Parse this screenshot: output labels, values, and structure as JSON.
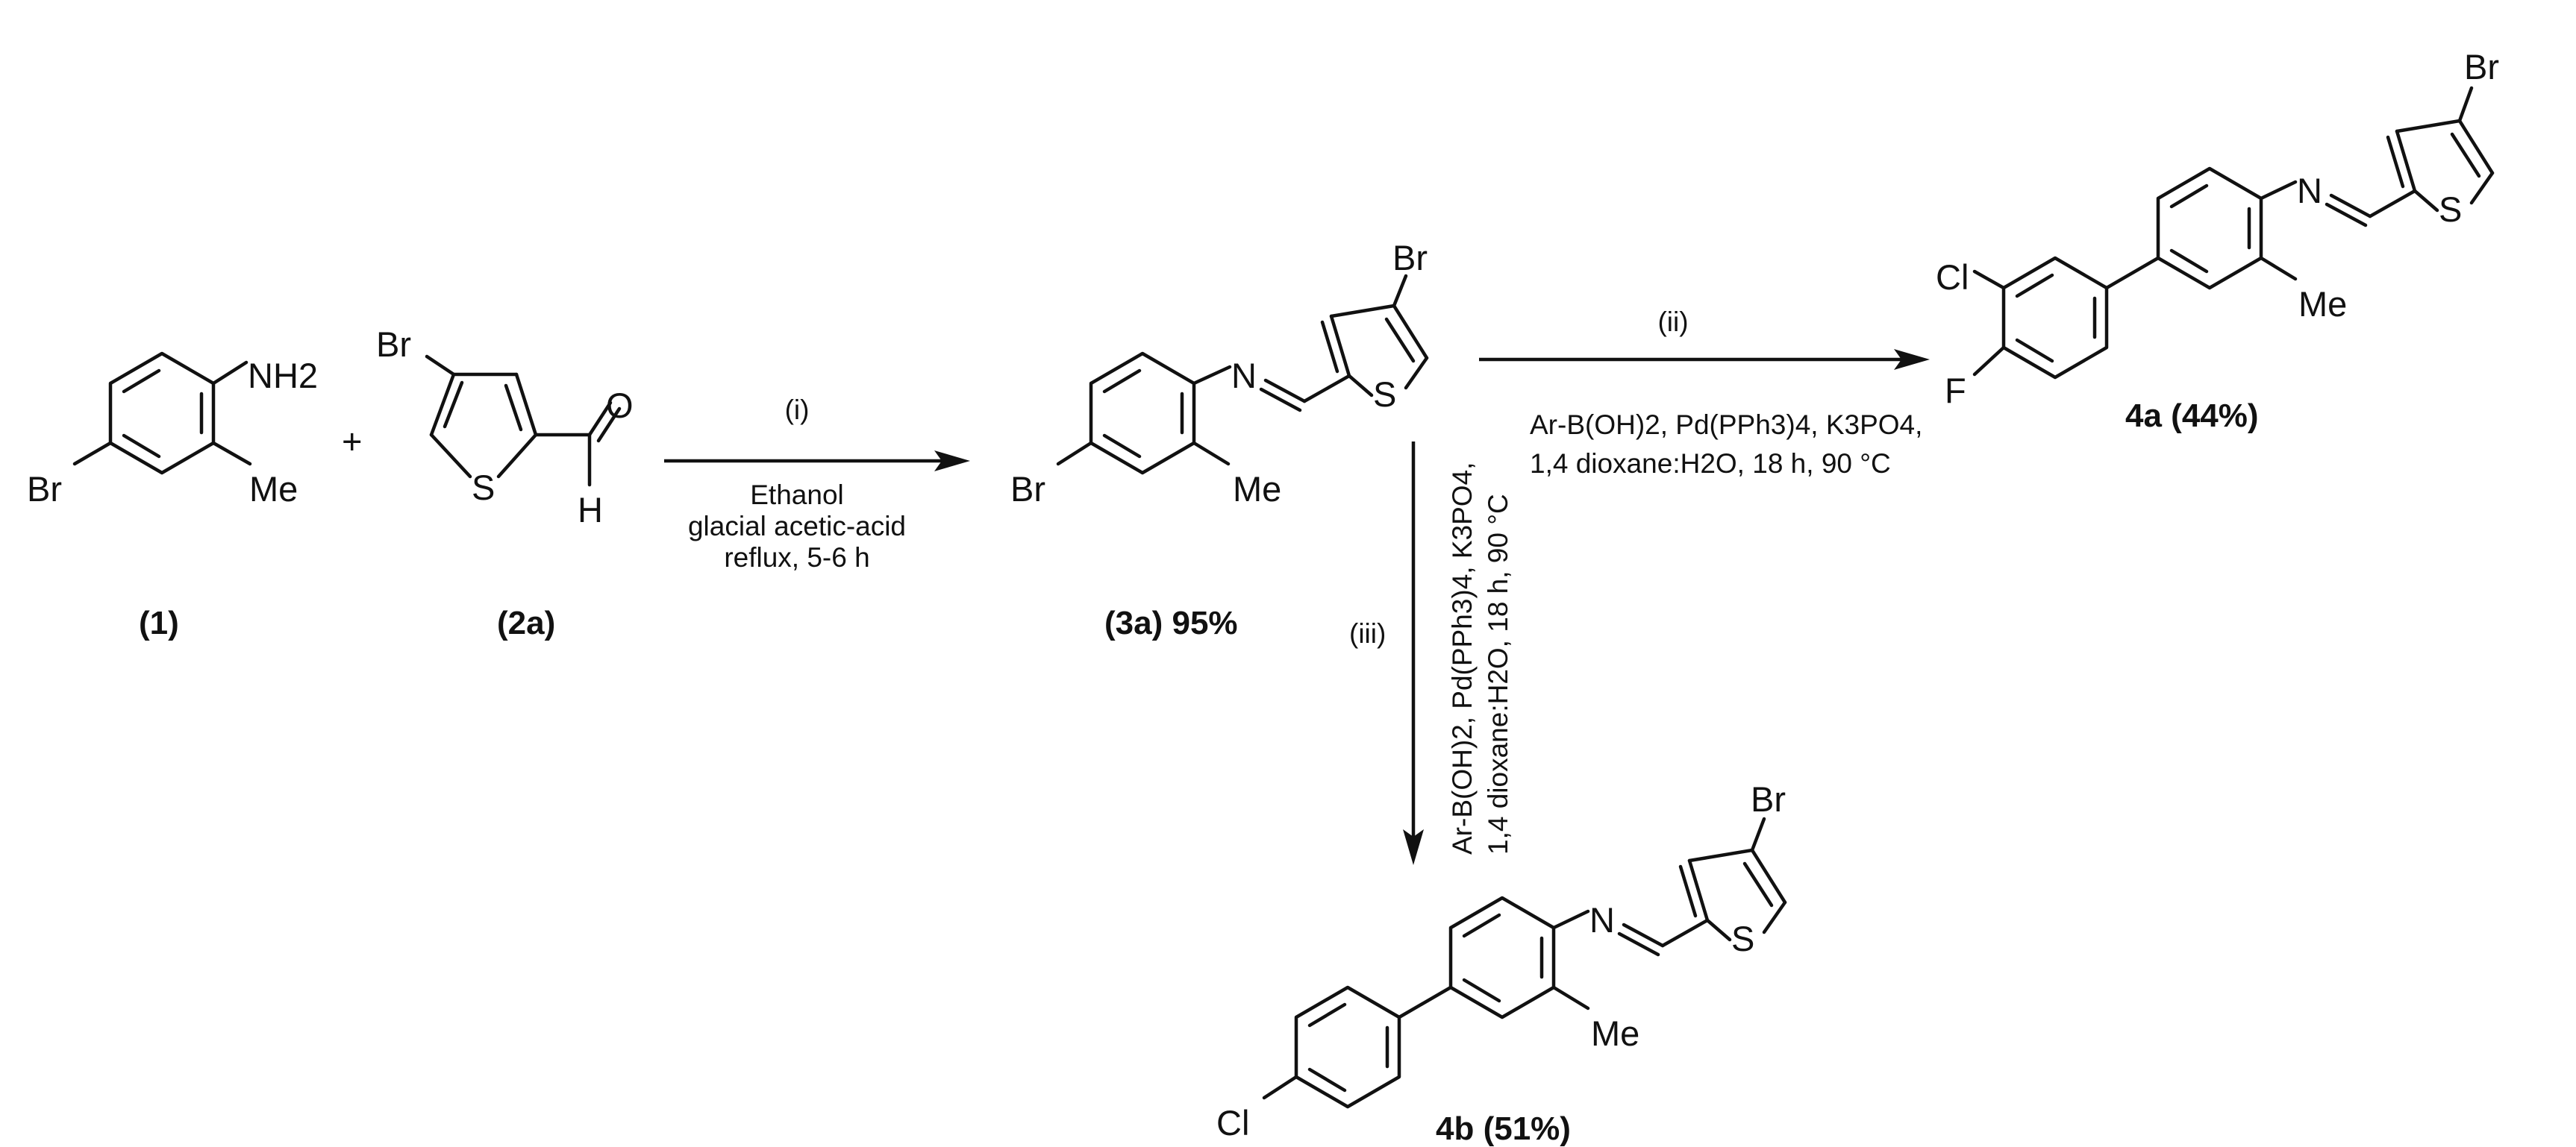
{
  "scheme": {
    "plus": "+",
    "compounds": {
      "c1": {
        "label": "(1)",
        "atoms": {
          "nh2": "NH2",
          "br": "Br",
          "me": "Me"
        }
      },
      "c2a": {
        "label": "(2a)",
        "atoms": {
          "br": "Br",
          "s": "S",
          "o": "O",
          "h": "H"
        }
      },
      "c3a": {
        "label": "(3a) 95%",
        "atoms": {
          "br_ring": "Br",
          "br_thio": "Br",
          "n": "N",
          "s": "S",
          "me": "Me"
        }
      },
      "c4a": {
        "label": "4a (44%)",
        "atoms": {
          "cl": "Cl",
          "f": "F",
          "n": "N",
          "s": "S",
          "br": "Br",
          "me": "Me"
        }
      },
      "c4b": {
        "label": "4b (51%)",
        "atoms": {
          "cl": "Cl",
          "n": "N",
          "s": "S",
          "br": "Br",
          "me": "Me"
        }
      }
    },
    "steps": {
      "i": {
        "label": "(i)",
        "conditions": [
          "Ethanol",
          "glacial acetic-acid",
          "reflux, 5-6 h"
        ]
      },
      "ii": {
        "label": "(ii)",
        "conditions": [
          "Ar-B(OH)2, Pd(PPh3)4, K3PO4,",
          "1,4 dioxane:H2O, 18 h, 90 °C"
        ]
      },
      "iii": {
        "label": "(iii)",
        "conditions": [
          "Ar-B(OH)2, Pd(PPh3)4, K3PO4,",
          "1,4 dioxane:H2O, 18 h, 90 °C"
        ]
      }
    }
  }
}
